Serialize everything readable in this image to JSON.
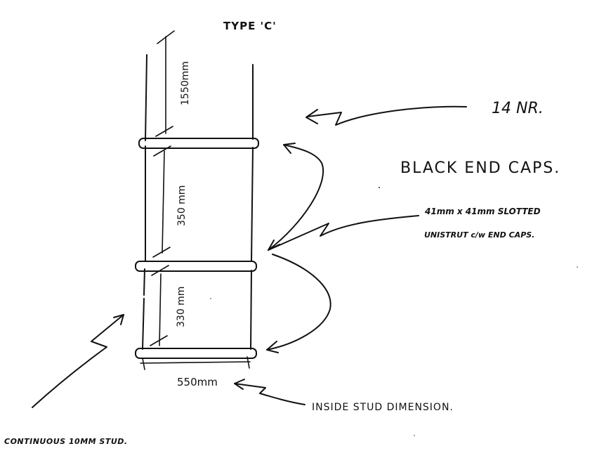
{
  "title": "TYPE 'C'",
  "dimensions": {
    "top": "1550mm",
    "middle": "350 mm",
    "bottom": "330 mm",
    "width": "550mm"
  },
  "notes": {
    "quantity": "14 NR.",
    "end_caps": "BLACK END CAPS.",
    "unistrut_line1": "41mm x 41mm SLOTTED",
    "unistrut_line2": "UNISTRUT c/w END CAPS.",
    "inside_stud": "INSIDE STUD DIMENSION.",
    "continuous_stud": "CONTINUOUS 10MM STUD."
  }
}
